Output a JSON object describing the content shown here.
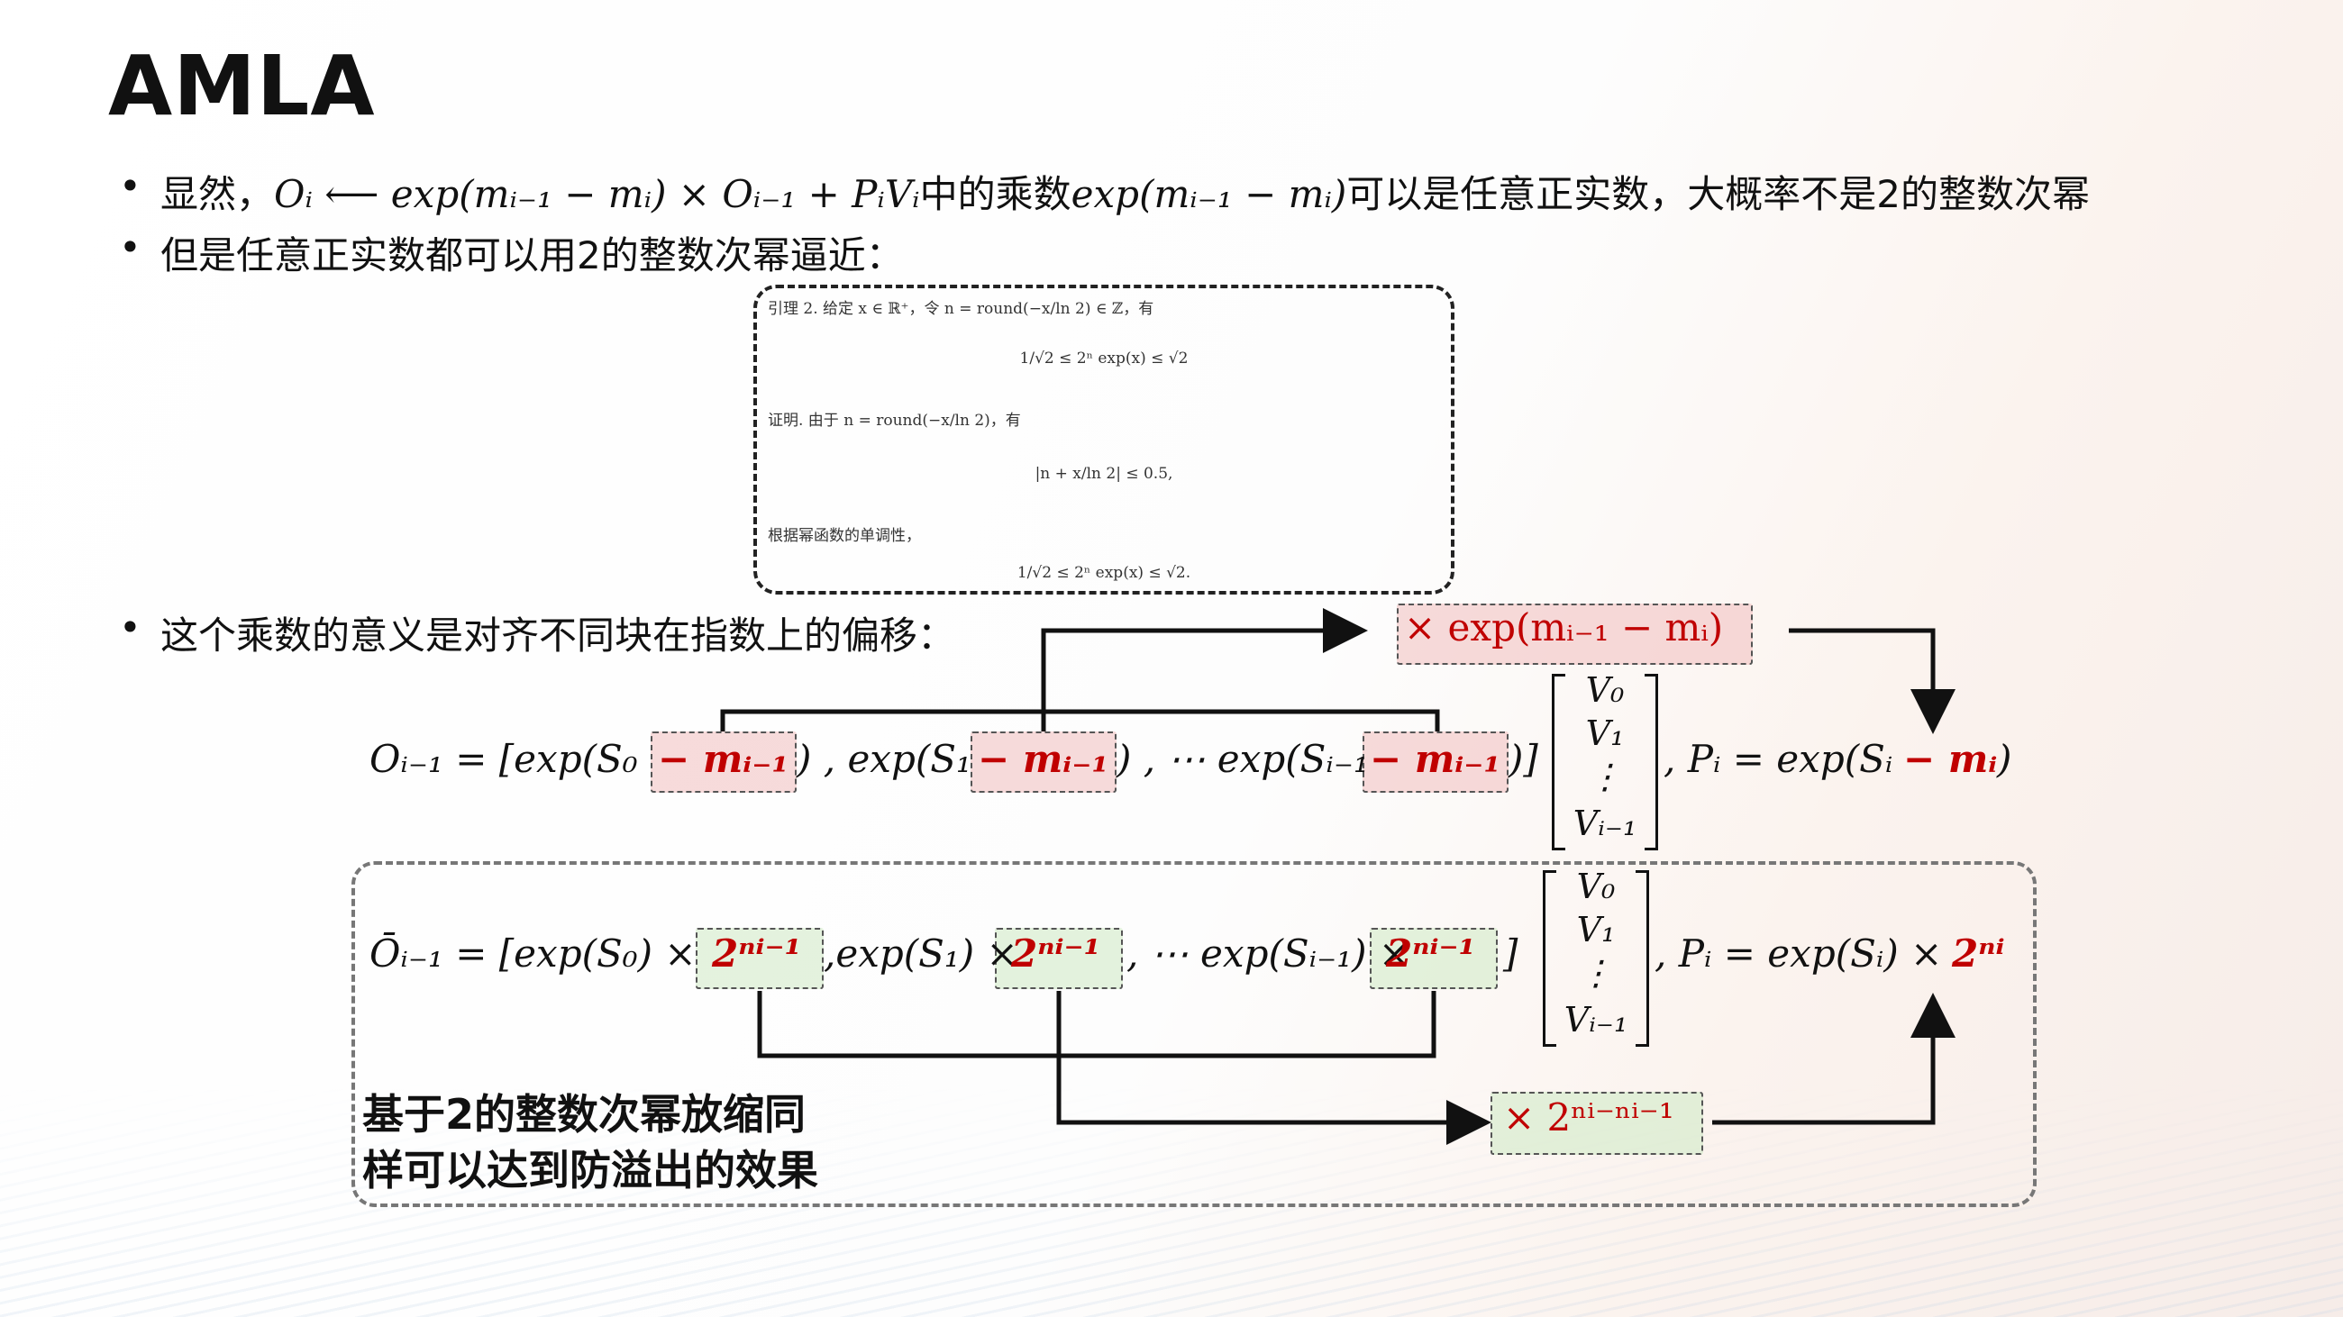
{
  "title": "AMLA",
  "bullets": {
    "b1_dot": "•",
    "b1_a": "显然，",
    "b1_formula": "Oᵢ ⟵ exp(mᵢ₋₁ − mᵢ) × Oᵢ₋₁ + PᵢVᵢ",
    "b1_b": "中的乘数",
    "b1_formula2": "exp(mᵢ₋₁ − mᵢ)",
    "b1_c": "可以是任意正实数，大概率不是2的整数次幂",
    "b2_dot": "•",
    "b2": "但是任意正实数都可以用2的整数次幂逼近：",
    "b3_dot": "•",
    "b3": "这个乘数的意义是对齐不同块在指数上的偏移："
  },
  "lemma": {
    "line1": "引理 2.  给定 x ∈ ℝ⁺，令 n = round(−x/ln 2) ∈ ℤ，有",
    "line2": "1/√2 ≤ 2ⁿ exp(x) ≤ √2",
    "line3": "证明.  由于 n = round(−x/ln 2)，有",
    "line4": "|n + x/ln 2| ≤ 0.5,",
    "line5": "根据幂函数的单调性，",
    "line6": "1/√2 ≤ 2ⁿ exp(x) ≤ √2."
  },
  "top_multiplier": "× exp(mᵢ₋₁ − mᵢ)",
  "eq1": {
    "lhs": "Oᵢ₋₁ = [exp(S₀",
    "t1": "− mᵢ₋₁",
    "mid1": ") , exp(S₁",
    "t2": "− mᵢ₋₁",
    "mid2": ") , ⋯ exp(Sᵢ₋₁",
    "t3": "− mᵢ₋₁",
    "end": ")]",
    "rhs_a": ", Pᵢ = exp(Sᵢ ",
    "rhs_red": "− mᵢ",
    "rhs_b": ")"
  },
  "matrix": {
    "r1": "V₀",
    "r2": "V₁",
    "r3": "⋮",
    "r4": "Vᵢ₋₁"
  },
  "eq2": {
    "lhs": "Ōᵢ₋₁ = [exp(S₀) ×",
    "t1": "2ⁿⁱ⁻¹",
    "mid1": ",exp(S₁) ×",
    "t2": "2ⁿⁱ⁻¹",
    "mid2": ", ⋯ exp(Sᵢ₋₁) ×",
    "t3": "2ⁿⁱ⁻¹",
    "end": "]",
    "rhs_a": ", Pᵢ = exp(Sᵢ) × ",
    "rhs_red": "2ⁿⁱ"
  },
  "bottom_multiplier": "× 2ⁿⁱ⁻ⁿⁱ⁻¹",
  "note_line1": "基于2的整数次幂放缩同",
  "note_line2": "样可以达到防溢出的效果",
  "colors": {
    "accent_red": "#c00000",
    "red_fill": "#f0bebe",
    "green_fill": "#d2ebc8"
  }
}
